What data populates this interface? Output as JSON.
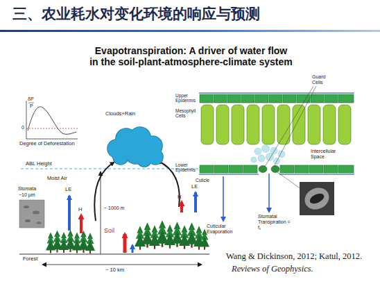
{
  "diagram": {
    "title": "三、农业耗水对变化环境的响应与预测",
    "nodes": [
      {
        "text": [
          "Clouds+Rain"
        ]
      }
    ],
    "labels": [
      "Evapotranspiration: A driver of water flow in the soil-plant-atmosphere-climate system",
      "δP",
      "P",
      "0",
      "Degree of Deforestation",
      "ABL Height",
      "Moist Air",
      "LE",
      "H",
      "Stomata",
      "~10 μm",
      "~ 1000 m",
      "LE",
      "H",
      "Forest",
      "Soil",
      "~ 10 km",
      "Guard Cells",
      "Upper Epidermis",
      "Mesophyll Cells",
      "Intercellular Space",
      "Lower Epidermis",
      "Cuticle",
      "Cuticular Evaporation",
      "Stomatal Transpiration = fₛ",
      "Wang & Dickinson, 2012; Katul, 2012.",
      "Reviews of Geophysics."
    ]
  }
}
